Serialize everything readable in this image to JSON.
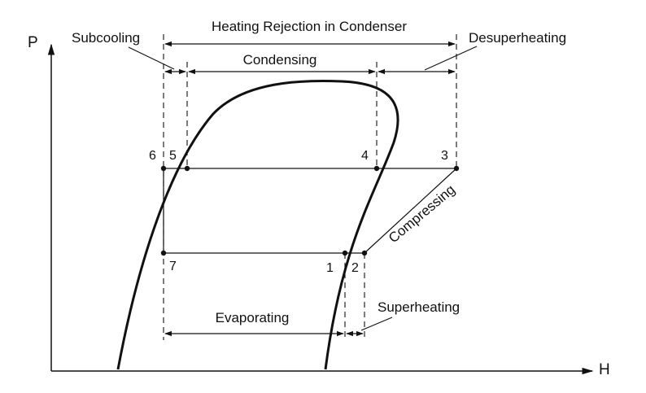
{
  "axes": {
    "y_label": "P",
    "x_label": "H"
  },
  "labels": {
    "heating_rejection": "Heating Rejection in Condenser",
    "subcooling": "Subcooling",
    "desuperheating": "Desuperheating",
    "condensing": "Condensing",
    "compressing": "Compressing",
    "evaporating": "Evaporating",
    "superheating": "Superheating"
  },
  "points": {
    "p1": "1",
    "p2": "2",
    "p3": "3",
    "p4": "4",
    "p5": "5",
    "p6": "6",
    "p7": "7"
  },
  "colors": {
    "ink": "#111111",
    "background": "#ffffff"
  }
}
